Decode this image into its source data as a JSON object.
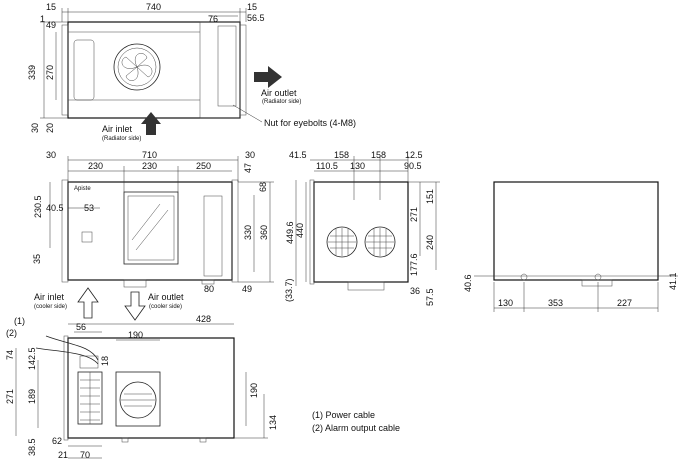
{
  "views": {
    "top": {
      "dims": {
        "overall_width": "740",
        "left_offset": "15",
        "right_offset": "15",
        "right_inner": "76",
        "right_inner2": "56.5",
        "top_small": "1",
        "top_49": "49",
        "height_339": "339",
        "height_270": "270",
        "bottom_30": "30",
        "bottom_20": "20"
      },
      "labels": {
        "air_outlet": "Air outlet",
        "air_outlet_sub": "(Radiator side)",
        "air_inlet": "Air inlet",
        "air_inlet_sub": "(Radiator side)",
        "nut": "Nut for eyebolts (4-M8)"
      }
    },
    "front": {
      "dims": {
        "overall_width": "710",
        "left_30": "30",
        "seg_230a": "230",
        "seg_230b": "230",
        "seg_250": "250",
        "right_30": "30",
        "right_47": "47",
        "right_68": "68",
        "h_230_5": "230.5",
        "h_40_5": "40.5",
        "w_53": "53",
        "h_35": "35",
        "h_330": "330",
        "h_360": "360",
        "w_80": "80",
        "w_49": "49"
      },
      "labels": {
        "air_inlet": "Air inlet",
        "air_inlet_sub": "(cooler side)",
        "air_outlet": "Air outlet",
        "air_outlet_sub": "(cooler side)"
      }
    },
    "side": {
      "dims": {
        "w_41_5": "41.5",
        "w_158a": "158",
        "w_158b": "158",
        "w_12_5": "12.5",
        "w_110_5": "110.5",
        "w_130": "130",
        "w_90_5": "90.5",
        "h_449_6": "449.6",
        "h_440": "440",
        "h_271": "271",
        "h_151": "151",
        "h_240": "240",
        "h_177_6": "177.6",
        "h_33_7": "(33.7)",
        "w_36": "36",
        "h_57_5": "57.5"
      }
    },
    "rear": {
      "dims": {
        "w_130": "130",
        "w_353": "353",
        "w_227": "227",
        "h_40_6": "40.6",
        "h_41_1": "41.1"
      }
    },
    "bottom": {
      "dims": {
        "w_428": "428",
        "w_56": "56",
        "w_190": "190",
        "w_18": "18",
        "h_74": "74",
        "h_142_5": "142.5",
        "h_271": "271",
        "h_189": "189",
        "h_38_5": "38.5",
        "w_62": "62",
        "w_21": "21",
        "w_70": "70",
        "h_190": "190",
        "h_134": "134"
      },
      "labels": {
        "callout_1": "(1)",
        "callout_2": "(2)"
      }
    }
  },
  "legend": {
    "item_1": "(1) Power cable",
    "item_2": "(2) Alarm output cable"
  }
}
